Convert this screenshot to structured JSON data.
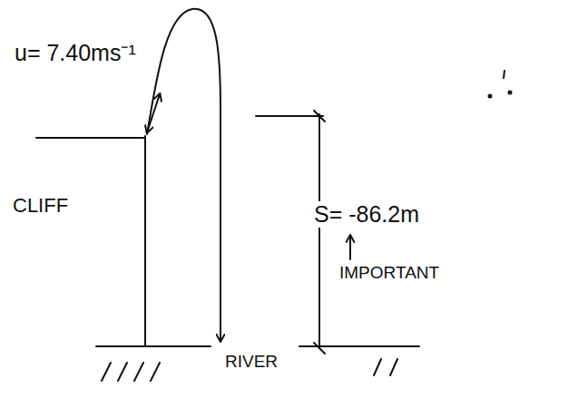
{
  "diagram": {
    "labels": [
      "u= 7.40ms⁻¹",
      "CLIFF",
      "S= -86.2m",
      "IMPORTANT",
      "RIVER"
    ]
  }
}
